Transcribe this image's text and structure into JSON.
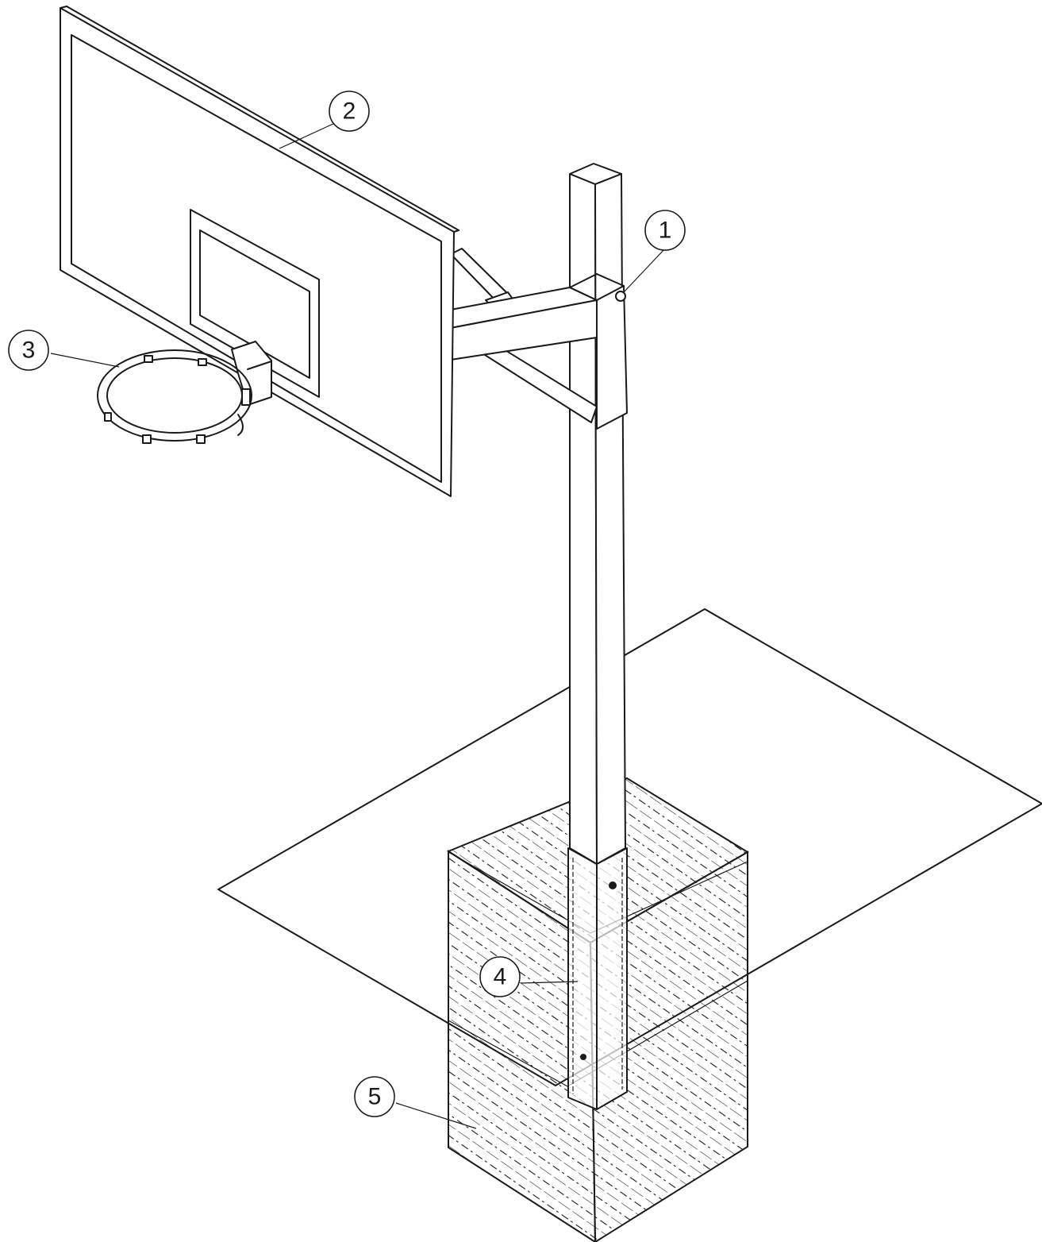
{
  "colors": {
    "line": "#1a1a1a",
    "background": "#ffffff"
  },
  "callouts": [
    {
      "label": "1",
      "part": "mounting-bracket"
    },
    {
      "label": "2",
      "part": "backboard"
    },
    {
      "label": "3",
      "part": "basketball-ring"
    },
    {
      "label": "4",
      "part": "ground-sleeve"
    },
    {
      "label": "5",
      "part": "concrete-foundation"
    }
  ]
}
